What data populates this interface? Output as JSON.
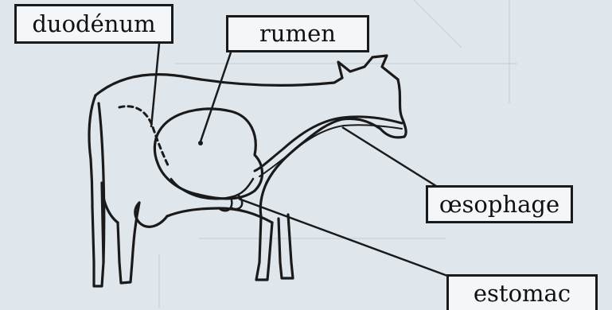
{
  "labels": {
    "duodenum": "duodénum",
    "rumen": "rumen",
    "oesophage": "œsophage",
    "estomac": "estomac"
  },
  "colors": {
    "background": "#dfe6ec",
    "ink": "#1a1a1a",
    "label_fill": "#f4f7f9"
  }
}
